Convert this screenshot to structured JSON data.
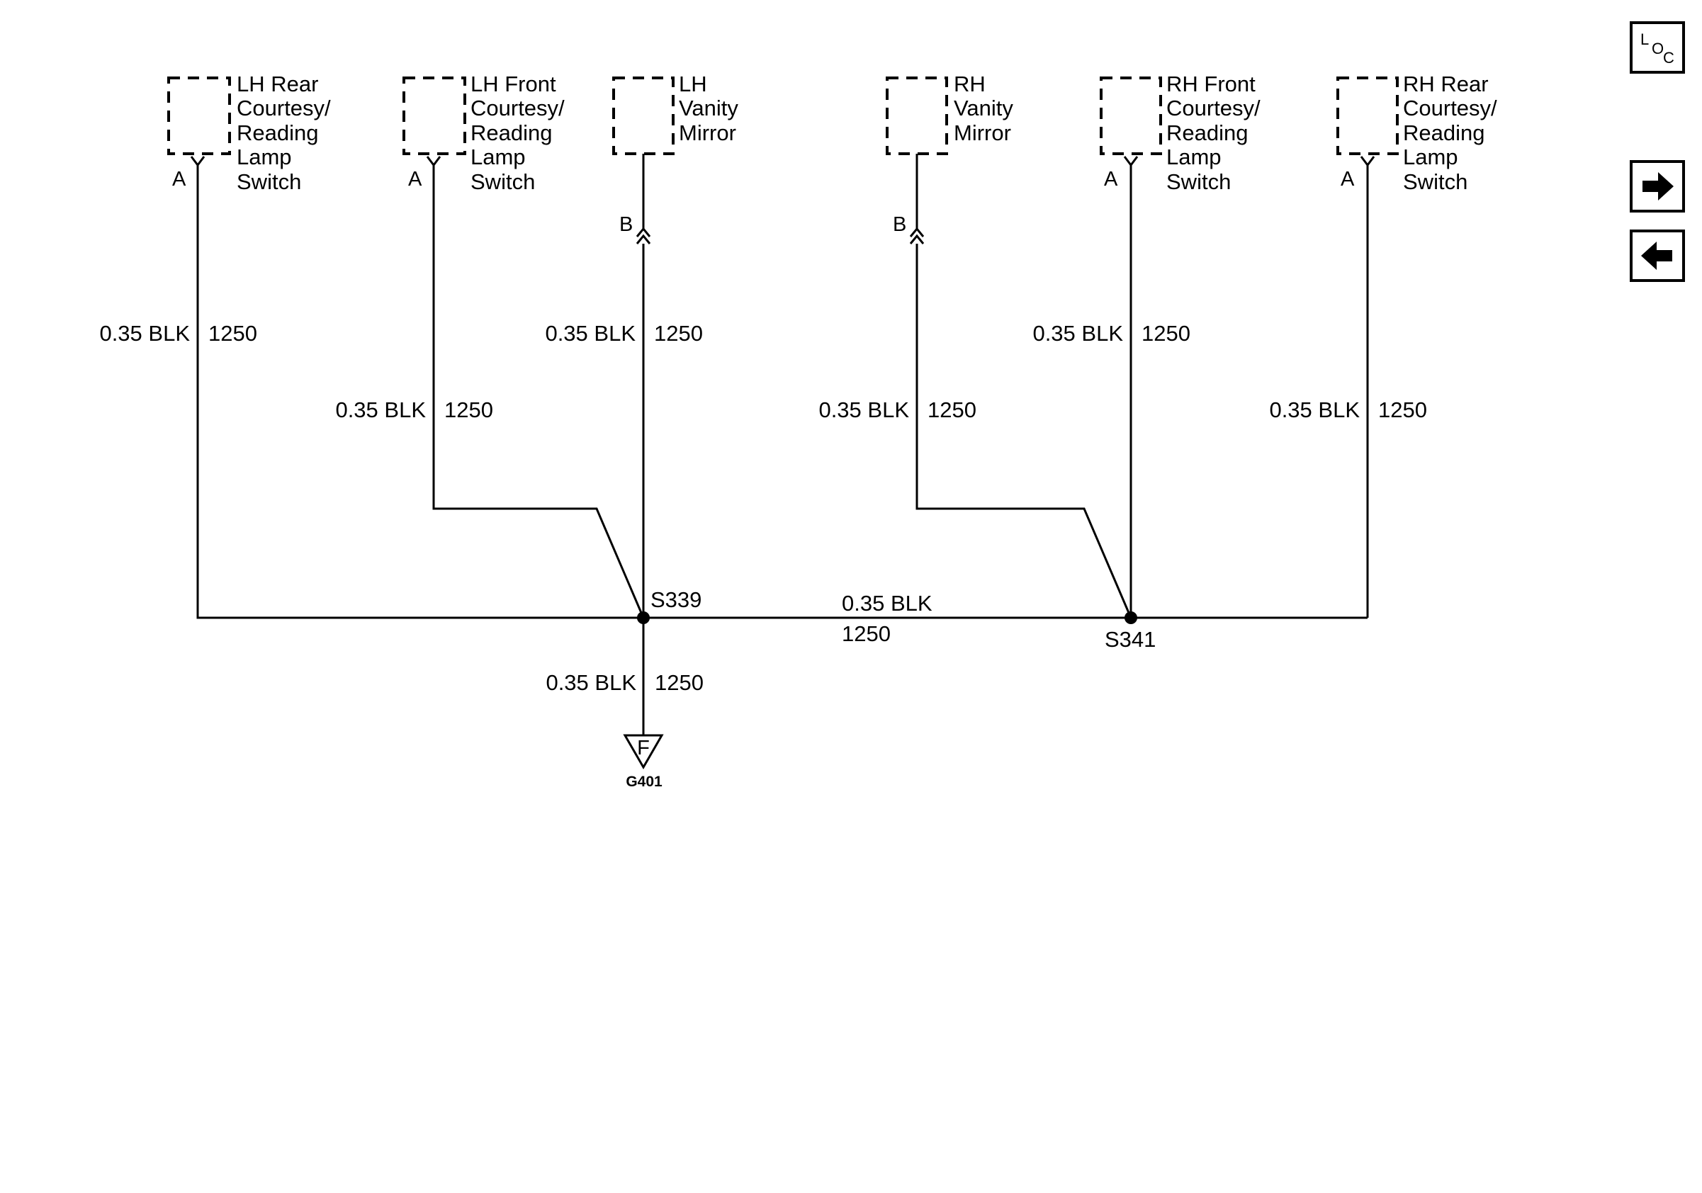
{
  "components": [
    {
      "id": "lh-rear",
      "lines": [
        "LH Rear",
        "Courtesy/",
        "Reading",
        "Lamp",
        "Switch"
      ],
      "pin": "A"
    },
    {
      "id": "lh-front",
      "lines": [
        "LH Front",
        "Courtesy/",
        "Reading",
        "Lamp",
        "Switch"
      ],
      "pin": "A"
    },
    {
      "id": "lh-vanity",
      "lines": [
        "LH",
        "Vanity",
        "Mirror"
      ],
      "pin": "B"
    },
    {
      "id": "rh-vanity",
      "lines": [
        "RH",
        "Vanity",
        "Mirror"
      ],
      "pin": "B"
    },
    {
      "id": "rh-front",
      "lines": [
        "RH Front",
        "Courtesy/",
        "Reading",
        "Lamp",
        "Switch"
      ],
      "pin": "A"
    },
    {
      "id": "rh-rear",
      "lines": [
        "RH Rear",
        "Courtesy/",
        "Reading",
        "Lamp",
        "Switch"
      ],
      "pin": "A"
    }
  ],
  "wires": {
    "lh_rear": {
      "gauge_color": "0.35 BLK",
      "circuit": "1250"
    },
    "lh_front": {
      "gauge_color": "0.35 BLK",
      "circuit": "1250"
    },
    "lh_vanity": {
      "gauge_color": "0.35 BLK",
      "circuit": "1250"
    },
    "rh_vanity": {
      "gauge_color": "0.35 BLK",
      "circuit": "1250"
    },
    "rh_front": {
      "gauge_color": "0.35 BLK",
      "circuit": "1250"
    },
    "rh_rear": {
      "gauge_color": "0.35 BLK",
      "circuit": "1250"
    },
    "bus": {
      "gauge_color": "0.35 BLK",
      "circuit": "1250"
    },
    "ground": {
      "gauge_color": "0.35 BLK",
      "circuit": "1250"
    }
  },
  "splices": {
    "left": "S339",
    "right": "S341"
  },
  "ground": {
    "pin": "F",
    "name": "G401"
  },
  "nav": {
    "loc_letters": [
      "L",
      "O",
      "C"
    ],
    "forward_icon": "arrow-right-icon",
    "back_icon": "arrow-left-icon"
  }
}
